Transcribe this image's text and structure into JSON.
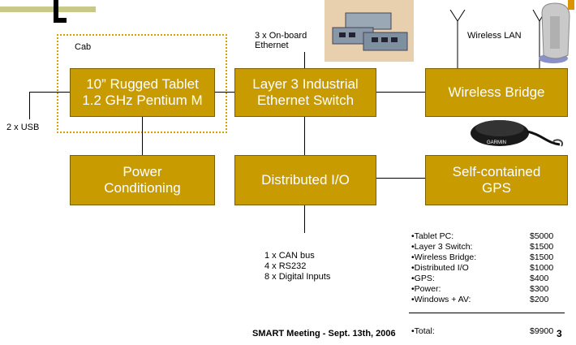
{
  "cab_label": "Cab",
  "boxes": {
    "tablet": [
      "10” Rugged Tablet",
      "1.2 GHz Pentium M"
    ],
    "switch": [
      "Layer 3 Industrial",
      "Ethernet Switch"
    ],
    "bridge": [
      "Wireless Bridge"
    ],
    "power": [
      "Power",
      "Conditioning"
    ],
    "dio": [
      "Distributed I/O"
    ],
    "gps": [
      "Self-contained",
      "GPS"
    ]
  },
  "labels": {
    "usb": "2 x USB",
    "onboard_ethernet": [
      "3 x On-board",
      "Ethernet"
    ],
    "wireless_lan": "Wireless LAN",
    "io_list": [
      "1 x CAN bus",
      "4 x RS232",
      "8 x Digital Inputs"
    ],
    "gps_brand": "GARMIN"
  },
  "costs": [
    {
      "item": "•Tablet PC:",
      "price": "$5000"
    },
    {
      "item": "•Layer 3 Switch:",
      "price": "$1500"
    },
    {
      "item": "•Wireless Bridge:",
      "price": "$1500"
    },
    {
      "item": "•Distributed I/O",
      "price": "$1000"
    },
    {
      "item": "•GPS:",
      "price": "$400"
    },
    {
      "item": "•Power:",
      "price": "$300"
    },
    {
      "item": "•Windows + AV:",
      "price": "$200"
    }
  ],
  "total": {
    "item": "•Total:",
    "price": "$9900"
  },
  "footer": "SMART Meeting - Sept. 13th, 2006",
  "slide_number": "3",
  "colors": {
    "box_fill": "#c89b00",
    "box_text": "#ffffff",
    "cab_border": "#d9a000",
    "accent_bar": "#c8c88a"
  }
}
